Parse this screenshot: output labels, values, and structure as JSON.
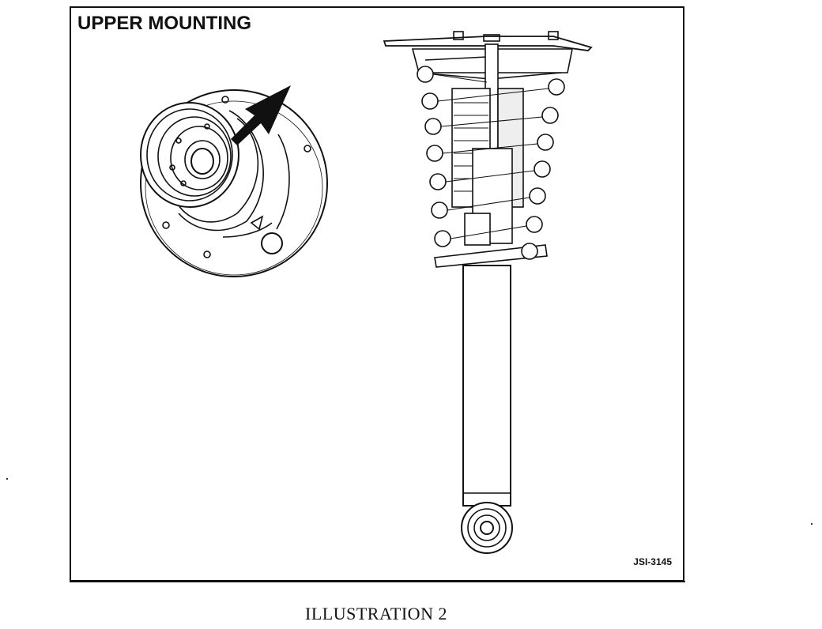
{
  "figure": {
    "heading": "UPPER MOUNTING",
    "code": "JSI-3145",
    "caption": "ILLUSTRATION 2"
  }
}
